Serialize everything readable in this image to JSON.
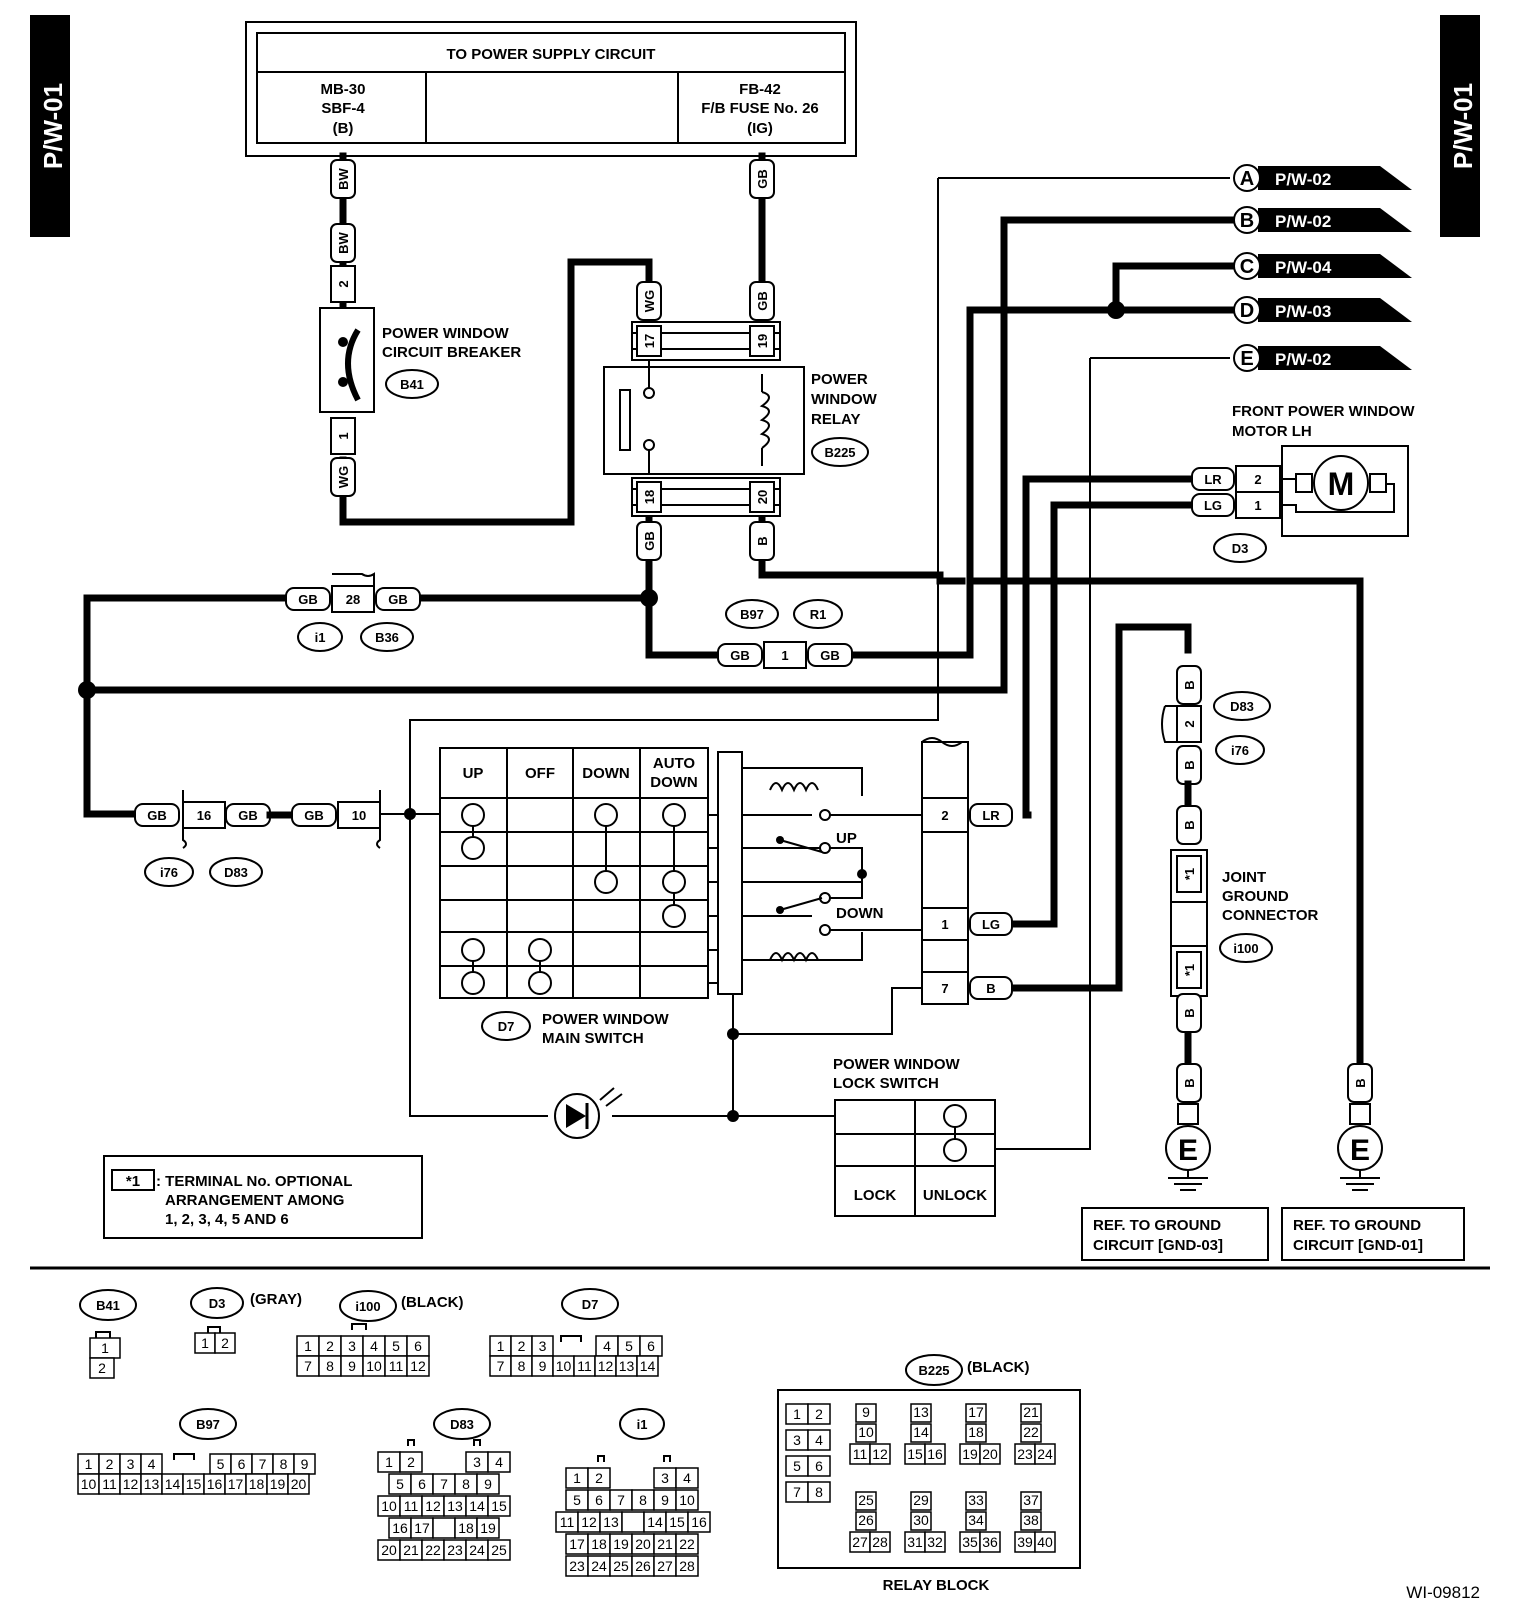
{
  "page_tags": {
    "left": "P/W-01",
    "right": "P/W-01"
  },
  "power_supply": {
    "title": "TO POWER SUPPLY CIRCUIT",
    "left": [
      "MB-30",
      "SBF-4",
      "(B)"
    ],
    "right": [
      "FB-42",
      "F/B FUSE No. 26",
      "(IG)"
    ]
  },
  "refs": [
    {
      "letter": "A",
      "page": "P/W-02"
    },
    {
      "letter": "B",
      "page": "P/W-02"
    },
    {
      "letter": "C",
      "page": "P/W-04"
    },
    {
      "letter": "D",
      "page": "P/W-03"
    },
    {
      "letter": "E",
      "page": "P/W-02"
    }
  ],
  "breaker": {
    "label": [
      "POWER WINDOW",
      "CIRCUIT BREAKER"
    ],
    "id": "B41",
    "pin_top": "2",
    "pin_bottom": "1"
  },
  "relay": {
    "label": [
      "POWER",
      "WINDOW",
      "RELAY"
    ],
    "id": "B225",
    "pins": [
      "17",
      "19",
      "18",
      "20"
    ]
  },
  "motor": {
    "label": [
      "FRONT POWER WINDOW",
      "MOTOR LH"
    ],
    "id": "D3",
    "symbol": "M",
    "pins": [
      {
        "pin": "2",
        "wire": "LR"
      },
      {
        "pin": "1",
        "wire": "LG"
      }
    ]
  },
  "wires": {
    "bw": "BW",
    "wg": "WG",
    "gb": "GB",
    "b": "B",
    "lr": "LR",
    "lg": "LG"
  },
  "connectors": {
    "c28": "28",
    "c16": "16",
    "c10": "10",
    "c1": "1",
    "c2": "2",
    "i1": "i1",
    "b36": "B36",
    "b97": "B97",
    "r1": "R1",
    "i76": "i76",
    "d83": "D83"
  },
  "main_switch": {
    "id": "D7",
    "label": [
      "POWER WINDOW",
      "MAIN SWITCH"
    ],
    "columns": [
      "UP",
      "OFF",
      "DOWN",
      "AUTO",
      "DOWN"
    ],
    "up": "UP",
    "down": "DOWN",
    "pins": [
      {
        "pin": "2",
        "wire": "LR"
      },
      {
        "pin": "1",
        "wire": "LG"
      },
      {
        "pin": "7",
        "wire": "B"
      }
    ]
  },
  "lock_switch": {
    "label": [
      "POWER WINDOW",
      "LOCK SWITCH"
    ],
    "lock": "LOCK",
    "unlock": "UNLOCK"
  },
  "joint": {
    "label": [
      "JOINT",
      "GROUND",
      "CONNECTOR"
    ],
    "id": "i100",
    "star": "*1"
  },
  "ground": {
    "symbol": "E",
    "ref1": [
      "REF. TO GROUND",
      "CIRCUIT [GND-03]"
    ],
    "ref2": [
      "REF. TO GROUND",
      "CIRCUIT [GND-01]"
    ]
  },
  "note": {
    "mark": "*1",
    "lines": [
      ": TERMINAL No. OPTIONAL",
      "ARRANGEMENT AMONG",
      "1, 2, 3, 4, 5 AND 6"
    ]
  },
  "connector_views": {
    "b41": {
      "id": "B41"
    },
    "d3": {
      "id": "D3",
      "color": "(GRAY)"
    },
    "i100": {
      "id": "i100",
      "color": "(BLACK)"
    },
    "d7": {
      "id": "D7"
    },
    "b225": {
      "id": "B225",
      "color": "(BLACK)",
      "caption": "RELAY BLOCK"
    },
    "b97": {
      "id": "B97"
    },
    "d83": {
      "id": "D83"
    },
    "i1": {
      "id": "i1"
    }
  },
  "figure_id": "WI-09812"
}
